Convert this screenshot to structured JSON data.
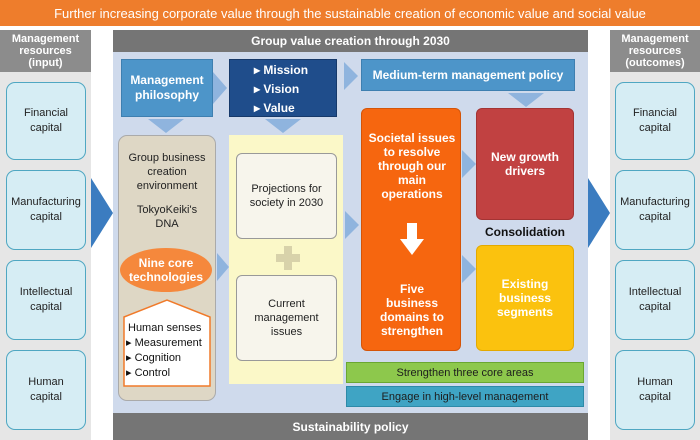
{
  "banner": "Further increasing corporate value through the sustainable creation of economic value and social value",
  "left_header": "Management resources (input)",
  "right_header": "Management resources (outcomes)",
  "left_resources": [
    "Financial capital",
    "Manufacturing capital",
    "Intellectual capital",
    "Human capital"
  ],
  "right_resources": [
    "Financial capital",
    "Manufacturing capital",
    "Intellectual capital",
    "Human capital"
  ],
  "center_header": "Group value creation through 2030",
  "philosophy": "Management philosophy",
  "mvv": [
    "Mission",
    "Vision",
    "Value"
  ],
  "mid_term": "Medium-term management policy",
  "business_env": "Group business creation environment",
  "dna": "TokyoKeiki's DNA",
  "nine_core": "Nine core technologies",
  "human_senses_title": "Human senses",
  "human_senses": [
    "Measurement",
    "Cognition",
    "Control"
  ],
  "projections": "Projections for society in 2030",
  "current_issues": "Current management issues",
  "societal": "Societal issues to resolve through our main operations",
  "five_domains": "Five business domains to strengthen",
  "new_growth": "New growth drivers",
  "consolidation": "Consolidation",
  "existing": "Existing business segments",
  "strengthen": "Strengthen three core areas",
  "engage": "Engage in high-level management",
  "sustainability": "Sustainability policy",
  "colors": {
    "banner": "#ee7d2c",
    "panel": "#cfdaec",
    "orange": "#f6660f",
    "red": "#c14141",
    "gold": "#fbc20e",
    "navy": "#1f4d8b",
    "blue": "#4d95c9",
    "green": "#8dc84c",
    "teal": "#3fa4c4"
  }
}
